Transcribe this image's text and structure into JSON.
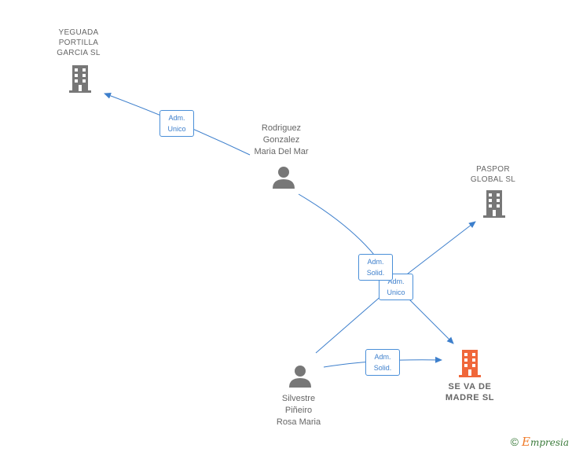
{
  "nodes": {
    "yeguada": {
      "lines": [
        "YEGUADA",
        "PORTILLA",
        "GARCIA  SL"
      ],
      "type": "company"
    },
    "rodriguez": {
      "lines": [
        "Rodriguez",
        "Gonzalez",
        "Maria Del Mar"
      ],
      "type": "person"
    },
    "paspor": {
      "lines": [
        "PASPOR",
        "GLOBAL SL"
      ],
      "type": "company"
    },
    "seva": {
      "lines": [
        "SE VA DE",
        "MADRE  SL"
      ],
      "type": "company-main"
    },
    "silvestre": {
      "lines": [
        "Silvestre",
        "Piñeiro",
        "Rosa Maria"
      ],
      "type": "person"
    }
  },
  "edge_labels": {
    "rodriguez_yeguada": [
      "Adm.",
      "Unico"
    ],
    "rodriguez_seva": [
      "Adm.",
      "Solid."
    ],
    "silvestre_paspor": [
      "Adm.",
      "Unico"
    ],
    "silvestre_seva": [
      "Adm.",
      "Solid."
    ]
  },
  "colors": {
    "edge": "#3d7fcc",
    "company_icon": "#777777",
    "main_company_icon": "#f0673a",
    "person_icon": "#777777"
  },
  "footer": {
    "copyright": "©",
    "brand_initial": "E",
    "brand_rest": "mpresia"
  }
}
